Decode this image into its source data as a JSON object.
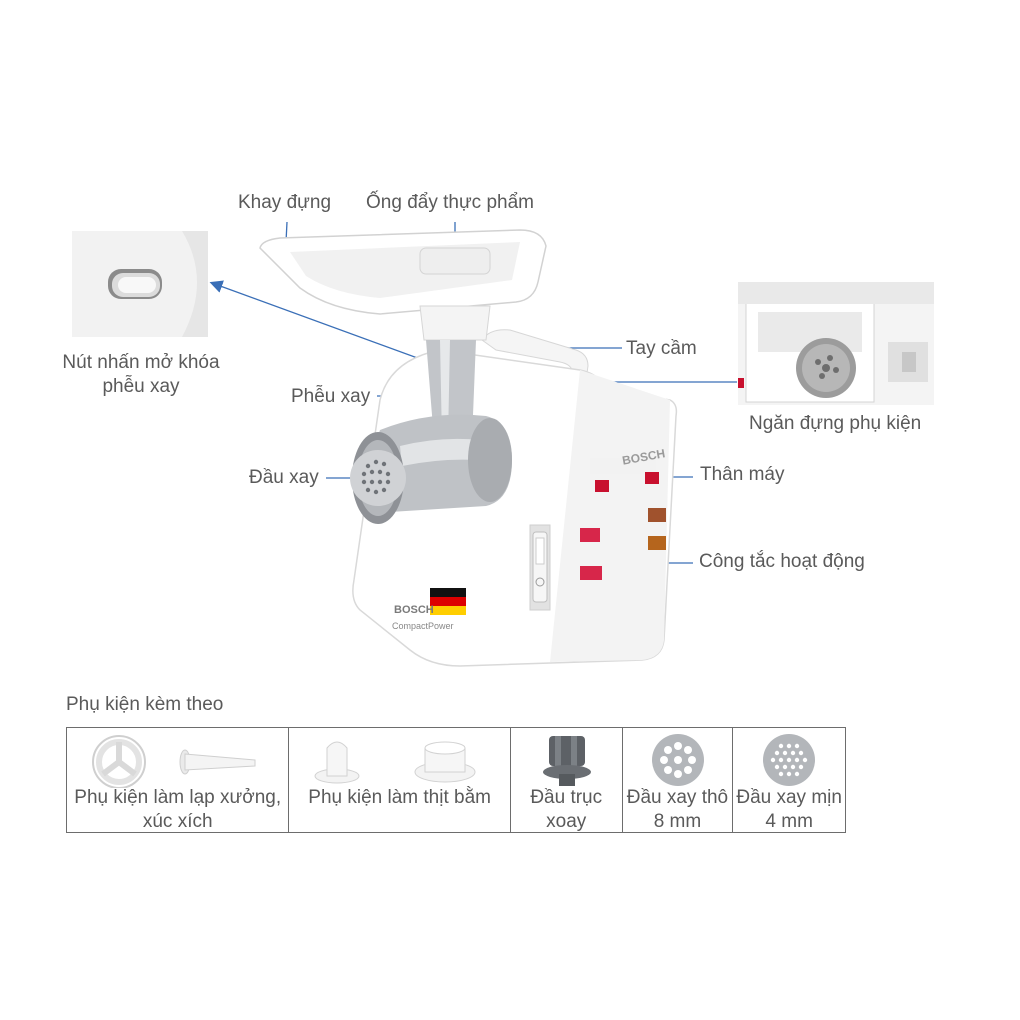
{
  "labels": {
    "khay_dung": "Khay đựng",
    "ong_day": "Ống đẩy thực phẩm",
    "nut_nhan_line1": "Nút nhấn mở khóa",
    "nut_nhan_line2": "phễu xay",
    "pheu_xay": "Phễu xay",
    "dau_xay": "Đầu xay",
    "tay_cam": "Tay cầm",
    "ngan_dung": "Ngăn đựng phụ kiện",
    "than_may": "Thân máy",
    "cong_tac": "Công tắc hoạt động"
  },
  "machine": {
    "brand": "BOSCH",
    "model": "CompactPower"
  },
  "accessories": {
    "title": "Phụ kiện kèm theo",
    "items": [
      {
        "line1": "Phụ kiện làm lạp xưởng,",
        "line2": "xúc xích"
      },
      {
        "line1": "Phụ kiện làm thịt bằm",
        "line2": ""
      },
      {
        "line1": "Đầu trục",
        "line2": "xoay"
      },
      {
        "line1": "Đầu xay thô",
        "line2": "8 mm"
      },
      {
        "line1": "Đầu xay mịn",
        "line2": "4 mm"
      }
    ]
  },
  "colors": {
    "line": "#3a6fb7",
    "body": "#ffffff",
    "steel": "#b9bcc0",
    "brand_red": "#c8102e"
  }
}
